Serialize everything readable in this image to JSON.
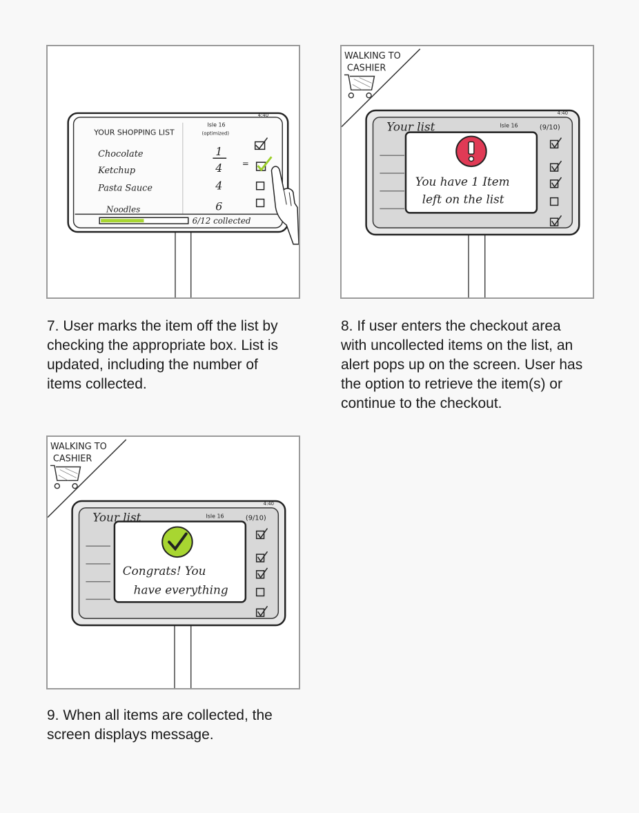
{
  "panels": [
    {
      "caption": "7.  User marks the item off the list by checking the appropriate box. List is updated, including the number of items collected.",
      "screen": {
        "title": "YOUR SHOPPING LIST",
        "col_header": "Isle 16",
        "col_sub": "(optimized)",
        "time": "4:40",
        "items": [
          {
            "name": "Chocolate",
            "qty": "1"
          },
          {
            "name": "Ketchup",
            "qty": "4"
          },
          {
            "name": "Pasta Sauce",
            "qty": "4"
          },
          {
            "name": "Noodles",
            "qty": "6"
          }
        ],
        "progress_text": "6/12 collected",
        "progress_fraction": 0.5,
        "accent": "#a8d631"
      }
    },
    {
      "caption": "8.  If user enters the checkout area with uncollected items on the list, an alert pops up on the screen. User has the option to retrieve the item(s) or continue to the checkout.",
      "banner": "WALKING TO CASHIER",
      "banner_l1": "WALKING TO",
      "banner_l2": "CASHIER",
      "screen": {
        "title": "Your list",
        "col_header": "Isle 16",
        "count": "(9/10)",
        "time": "4:40",
        "alert_line1": "You have 1 Item",
        "alert_line2": "left on the list",
        "alert_icon": "exclamation-icon",
        "alert_color": "#e03a55"
      }
    },
    {
      "caption": "9.  When all items are collected, the screen displays message.",
      "banner": "WALKING TO CASHIER",
      "banner_l1": "WALKING TO",
      "banner_l2": "CASHIER",
      "screen": {
        "title": "Your list",
        "col_header": "Isle 16",
        "count": "(9/10)",
        "time": "4:40",
        "alert_line1": "Congrats! You",
        "alert_line2": "have everything",
        "alert_icon": "checkmark-icon",
        "alert_color": "#a8d631"
      }
    }
  ]
}
